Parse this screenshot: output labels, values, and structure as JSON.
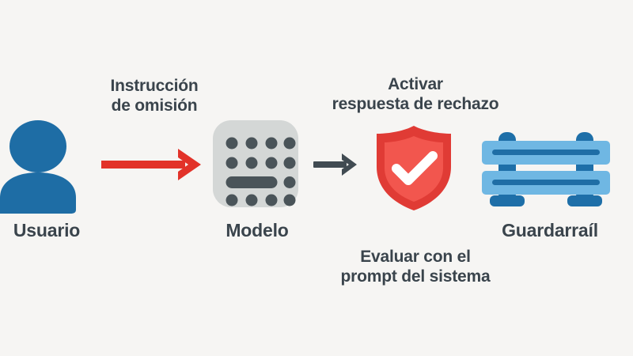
{
  "diagram": {
    "background_color": "#f6f5f3",
    "text_color": "#3a444c",
    "nodes": [
      {
        "id": "user",
        "label": "Usuario",
        "icon": "user-avatar-icon",
        "color": "#1e6da5"
      },
      {
        "id": "model",
        "label": "Modelo",
        "icon": "model-grid-icon",
        "color": "#d4d7d6",
        "dot_color": "#4a5459"
      },
      {
        "id": "shield",
        "label": "",
        "icon": "shield-check-icon",
        "color_outer": "#e03b35",
        "color_inner": "#f2564e",
        "check_color": "#ffffff"
      },
      {
        "id": "guardrail",
        "label": "Guardarraíl",
        "icon": "guardrail-icon",
        "rail_color": "#6fb7e3",
        "post_color": "#1e6fa8",
        "stripe_color": "#1f6ea6"
      }
    ],
    "connectors": [
      {
        "id": "user-to-model",
        "label": "Instrucción\nde omisión",
        "color": "#e23229",
        "direction": "right"
      },
      {
        "id": "model-to-shield",
        "label": "",
        "color": "#414b52",
        "direction": "right"
      }
    ],
    "annotations": [
      {
        "id": "activate-refusal",
        "text": "Activar\nrespuesta de rechazo"
      },
      {
        "id": "evaluate-system-prompt",
        "text": "Evaluar con el\nprompt del sistema"
      }
    ]
  }
}
